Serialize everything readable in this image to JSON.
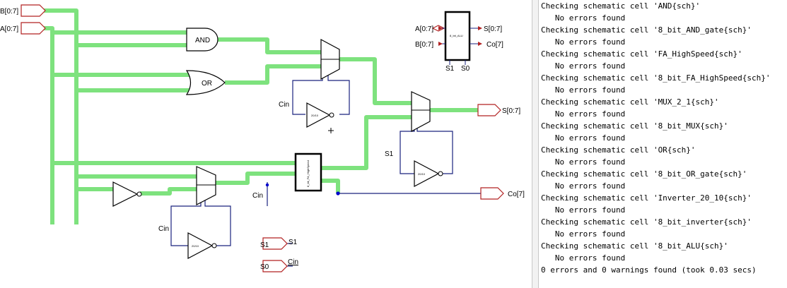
{
  "schematic": {
    "colors": {
      "bus": "#7ee27e",
      "wire": "#1a237e",
      "pin": "#b22222",
      "net": "#0000cc"
    },
    "pins": {
      "b_bus": "B[0:7]",
      "a_bus": "A[0:7]",
      "s_out": "S[0:7]",
      "co_out": "Co[7]",
      "cin_a": "Cin",
      "cin_b": "Cin",
      "cin_c": "Cin",
      "cin_d": "Cin",
      "s1_a": "S1",
      "s1_b": "S1",
      "s1_c": "S1",
      "s0": "S0"
    },
    "gates": {
      "and": "AND",
      "or": "OR",
      "inverter_top": "20/10",
      "inverter_mid": "20/10",
      "inverter_bot": "20/10",
      "fa_block": "8_bit_FA_HighSpeed"
    },
    "alu_symbol": {
      "name": "8_bit_ALU",
      "in_a": "A[0:7]",
      "in_b": "B[0:7]",
      "out_s": "S[0:7]",
      "out_co": "Co[7]",
      "sel1": "S1",
      "sel0": "S0"
    }
  },
  "log": {
    "lines": [
      "Checking schematic cell 'AND{sch}'",
      "   No errors found",
      "Checking schematic cell '8_bit_AND_gate{sch}'",
      "   No errors found",
      "Checking schematic cell 'FA_HighSpeed{sch}'",
      "   No errors found",
      "Checking schematic cell '8_bit_FA_HighSpeed{sch}'",
      "   No errors found",
      "Checking schematic cell 'MUX_2_1{sch}'",
      "   No errors found",
      "Checking schematic cell '8_bit_MUX{sch}'",
      "   No errors found",
      "Checking schematic cell 'OR{sch}'",
      "   No errors found",
      "Checking schematic cell '8_bit_OR_gate{sch}'",
      "   No errors found",
      "Checking schematic cell 'Inverter_20_10{sch}'",
      "   No errors found",
      "Checking schematic cell '8_bit_inverter{sch}'",
      "   No errors found",
      "Checking schematic cell '8_bit_ALU{sch}'",
      "   No errors found",
      "0 errors and 0 warnings found (took 0.03 secs)"
    ]
  }
}
